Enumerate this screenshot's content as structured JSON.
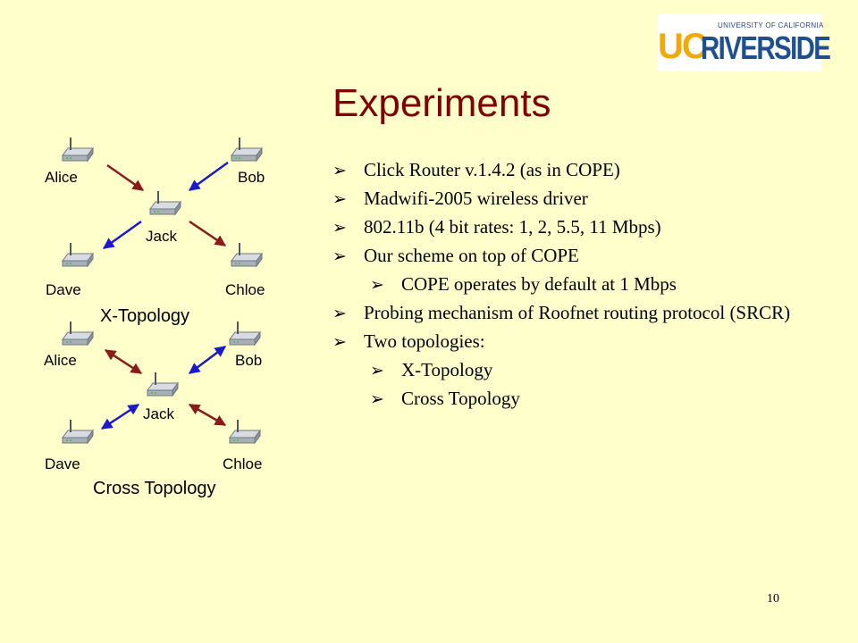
{
  "logo": {
    "small_text": "UNIVERSITY OF CALIFORNIA",
    "uc": "UC",
    "name": "RIVERSIDE"
  },
  "title": "Experiments",
  "colors": {
    "background": "#ffffcc",
    "title": "#800000",
    "arrow_red": "#8b1a1a",
    "arrow_blue": "#1a1acc"
  },
  "bullets": [
    {
      "text": "Click Router v.1.4.2 (as in COPE)",
      "level": 1
    },
    {
      "text": "Madwifi-2005 wireless driver",
      "level": 1
    },
    {
      "text": "802.11b (4 bit rates: 1, 2, 5.5, 11 Mbps)",
      "level": 1
    },
    {
      "text": "Our scheme on top of COPE",
      "level": 1
    },
    {
      "text": "COPE operates by default at 1 Mbps",
      "level": 2
    },
    {
      "text": "Probing mechanism of Roofnet routing protocol (SRCR)",
      "level": 1
    },
    {
      "text": "Two topologies:",
      "level": 1
    },
    {
      "text": "X-Topology",
      "level": 2
    },
    {
      "text": "Cross Topology",
      "level": 2
    }
  ],
  "x_topology": {
    "caption": "X-Topology",
    "nodes": {
      "alice": "Alice",
      "bob": "Bob",
      "jack": "Jack",
      "dave": "Dave",
      "chloe": "Chloe"
    }
  },
  "cross_topology": {
    "caption": "Cross Topology",
    "nodes": {
      "alice": "Alice",
      "bob": "Bob",
      "jack": "Jack",
      "dave": "Dave",
      "chloe": "Chloe"
    }
  },
  "page_number": "10"
}
